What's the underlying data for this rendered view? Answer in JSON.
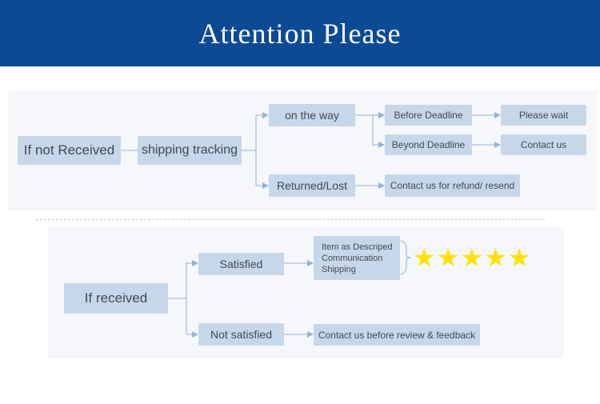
{
  "banner": {
    "title": "Attention Please"
  },
  "colors": {
    "banner": "#0d4a96",
    "node": "#c7d7ea",
    "connector": "#8fb3db",
    "star": "#ffe300"
  },
  "flow_not_received": {
    "root": "If not Received",
    "step": "shipping tracking",
    "branch_1": "on the way",
    "branch_1_a": "Before Deadline",
    "branch_1_a_result": "Please wait",
    "branch_1_b": "Beyond Deadline",
    "branch_1_b_result": "Contact us",
    "branch_2": "Returned/Lost",
    "branch_2_result": "Contact us for refund/ resend"
  },
  "flow_received": {
    "root": "If received",
    "branch_1": "Satisfied",
    "branch_1_lines": [
      "Item as Descriped",
      "Communication",
      "Shipping"
    ],
    "rating": {
      "stars": 5,
      "icon": "star-icon"
    },
    "branch_2": "Not satisfied",
    "branch_2_result": "Contact us before review & feedback"
  }
}
